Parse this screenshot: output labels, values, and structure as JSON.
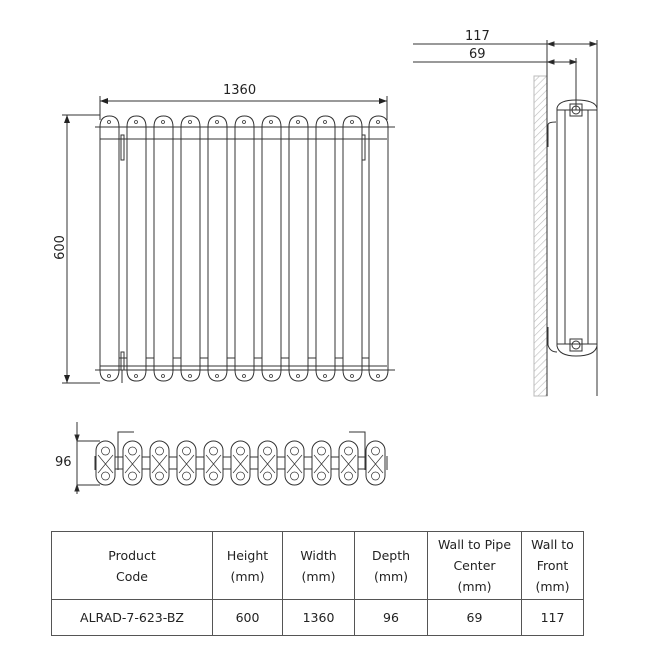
{
  "drawing": {
    "front_view": {
      "width_dimension": "1360",
      "height_dimension": "600",
      "column_count": 11
    },
    "side_view": {
      "wall_to_front_dimension": "117",
      "wall_to_pipe_dimension": "69"
    },
    "top_view": {
      "depth_dimension": "96"
    },
    "line_color": "#333333",
    "wall_hatch_color": "#bbbbbb"
  },
  "spec_table": {
    "headers": [
      {
        "line1": "Product",
        "line2": "Code",
        "line3": ""
      },
      {
        "line1": "Height",
        "line2": "(mm)",
        "line3": ""
      },
      {
        "line1": "Width",
        "line2": "(mm)",
        "line3": ""
      },
      {
        "line1": "Depth",
        "line2": "(mm)",
        "line3": ""
      },
      {
        "line1": "Wall to Pipe",
        "line2": "Center",
        "line3": "(mm)"
      },
      {
        "line1": "Wall to",
        "line2": "Front",
        "line3": "(mm)"
      }
    ],
    "rows": [
      [
        "ALRAD-7-623-BZ",
        "600",
        "1360",
        "96",
        "69",
        "117"
      ]
    ]
  }
}
